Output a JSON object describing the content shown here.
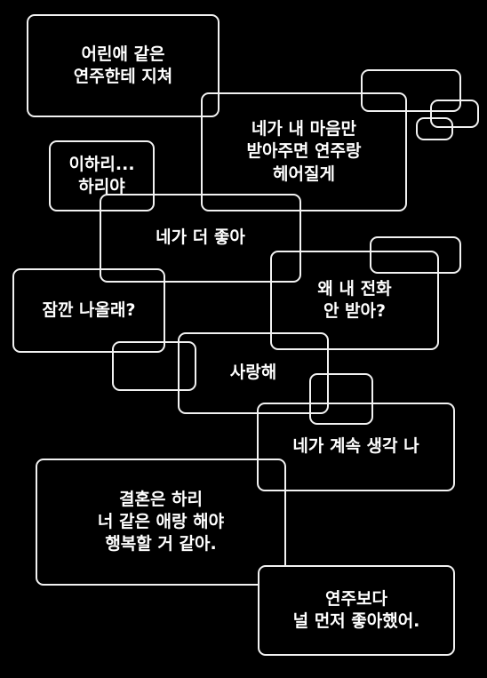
{
  "bubbles": [
    {
      "text": "어린애 같은\n연주한테 지쳐"
    },
    {
      "text": "네가 내 마음만\n받아주면 연주랑\n헤어질게"
    },
    {
      "text": "이하리...\n하리야"
    },
    {
      "text": "네가 더 좋아"
    },
    {
      "text": "잠깐 나올래?"
    },
    {
      "text": "왜 내 전화\n안 받아?"
    },
    {
      "text": "사랑해"
    },
    {
      "text": "네가 계속 생각 나"
    },
    {
      "text": "결혼은 하리\n너 같은 애랑 해야\n행복할 거 같아."
    },
    {
      "text": "연주보다\n널 먼저 좋아했어."
    }
  ],
  "colors": {
    "background": "#000000",
    "outline": "#f2f2f2",
    "text": "#ffffff"
  }
}
